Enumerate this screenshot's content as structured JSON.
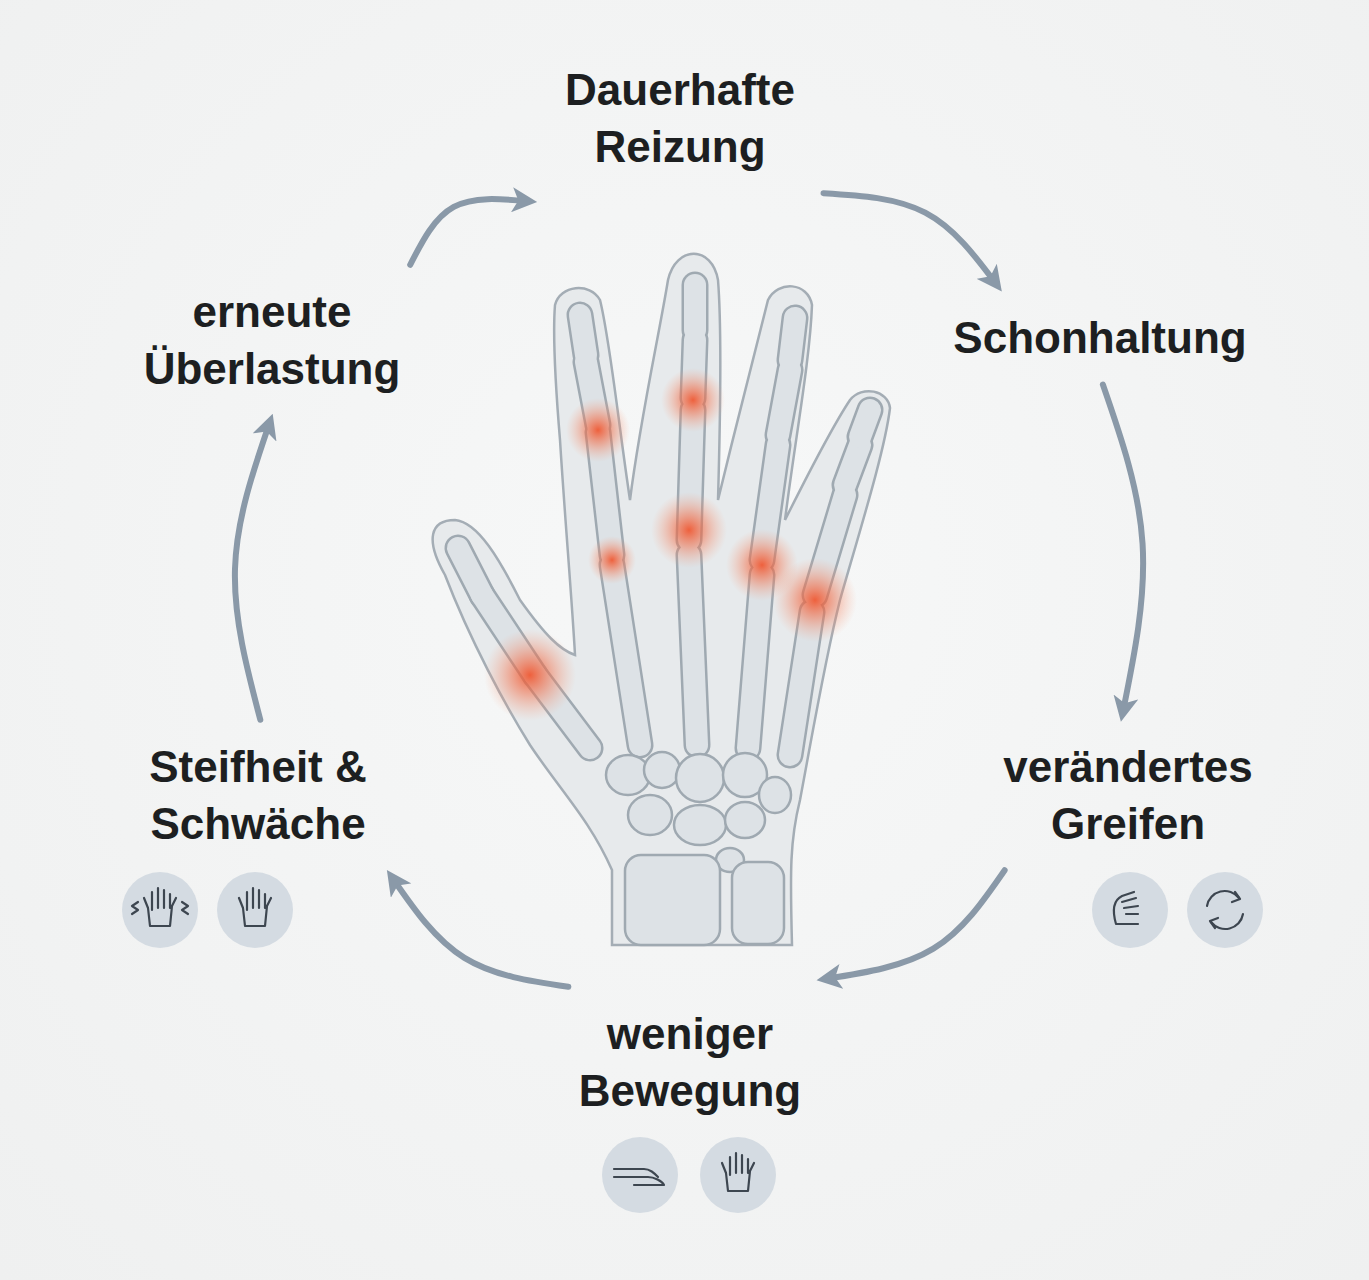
{
  "diagram": {
    "nodes": [
      {
        "text": [
          "Dauerhafte Reizung"
        ]
      },
      {
        "text": [
          "Schonhaltung"
        ]
      },
      {
        "text": [
          "verändertes Greifen"
        ]
      },
      {
        "text": [
          "weniger Bewegung"
        ]
      },
      {
        "text": [
          "Steifheit & Schwäche"
        ]
      },
      {
        "text": [
          "erneute Überlastung"
        ]
      }
    ],
    "edges": [
      {
        "from": 0,
        "to": 1,
        "arrow": "to"
      },
      {
        "from": 1,
        "to": 2,
        "arrow": "to"
      },
      {
        "from": 2,
        "to": 3,
        "arrow": "to"
      },
      {
        "from": 3,
        "to": 4,
        "arrow": "to"
      },
      {
        "from": 4,
        "to": 5,
        "arrow": "to"
      },
      {
        "from": 5,
        "to": 0,
        "arrow": "to"
      }
    ]
  }
}
